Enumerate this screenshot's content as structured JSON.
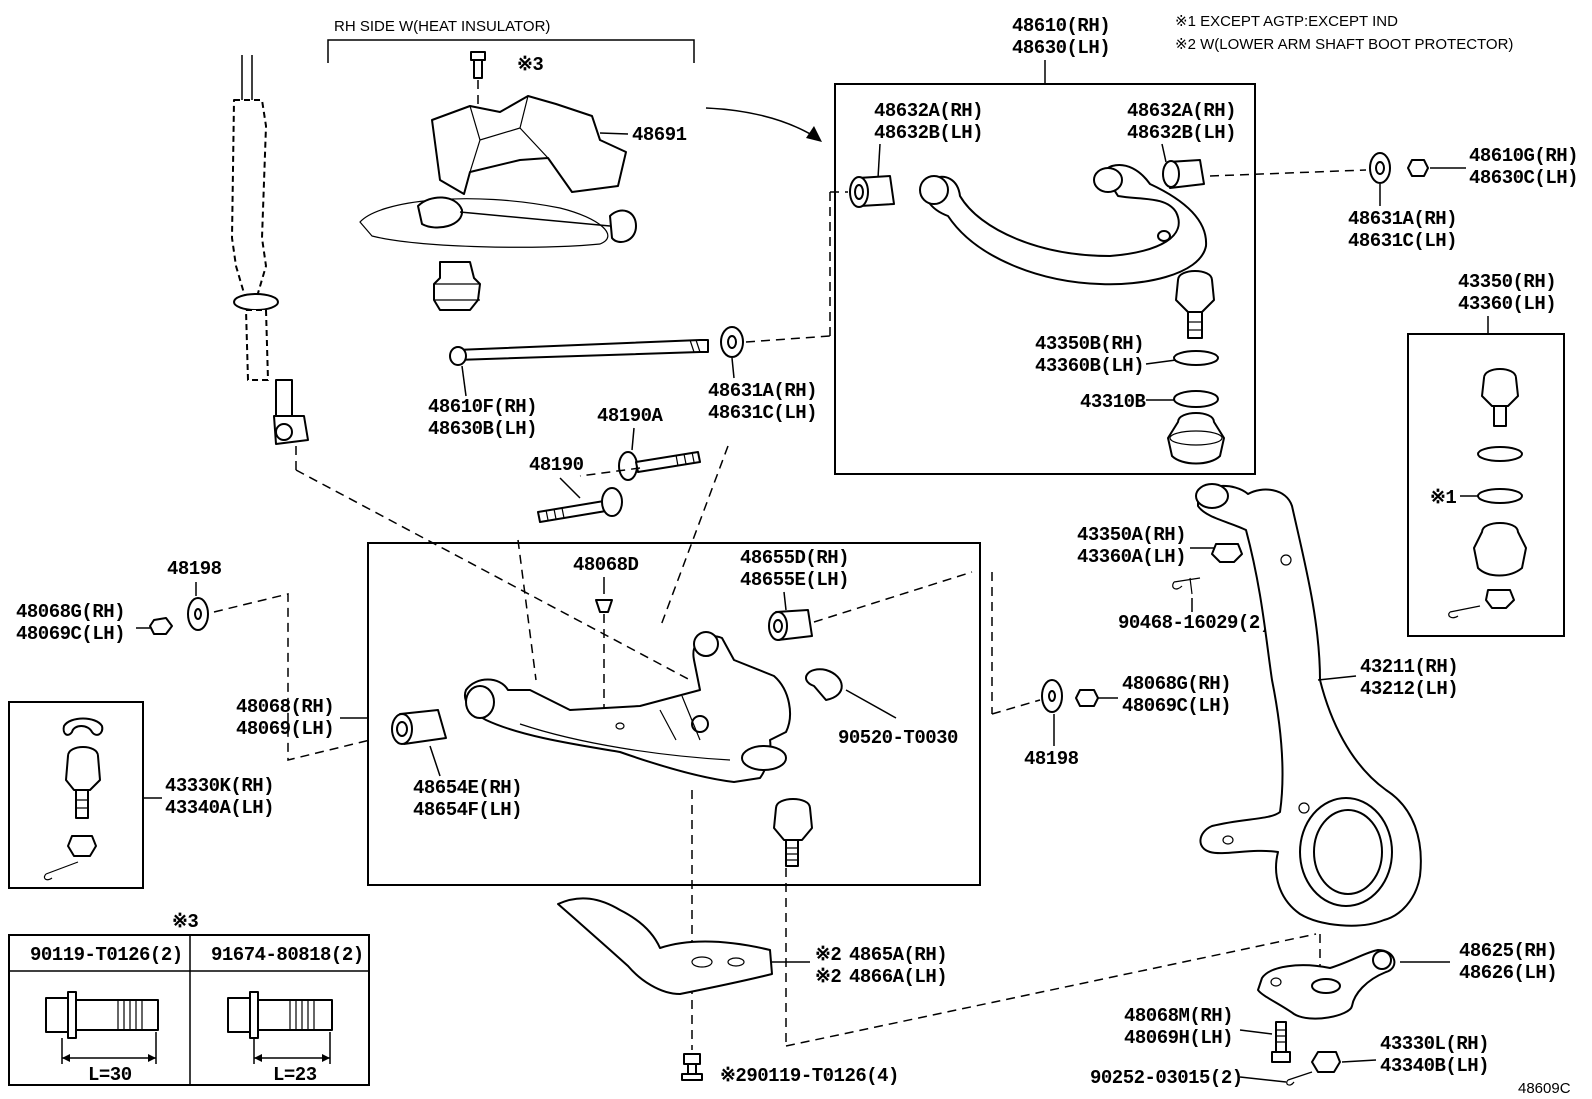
{
  "notes": {
    "note1": "※1 EXCEPT AGTP:EXCEPT IND",
    "note2": "※2 W(LOWER ARM SHAFT BOOT PROTECTOR)",
    "rh_side": "RH SIDE W(HEAT INSULATOR)",
    "mark3_top": "※3",
    "mark3_bolt": "※3",
    "mark1": "※1",
    "figure_id": "48609C"
  },
  "parts": {
    "p48610_rh": "48610(RH)",
    "p48630_lh": "48630(LH)",
    "p48632a_l": "48632A(RH)",
    "p48632b_l": "48632B(LH)",
    "p48632a_r": "48632A(RH)",
    "p48632b_r": "48632B(LH)",
    "p48691": "48691",
    "p48610g": "48610G(RH)",
    "p48630c": "48630C(LH)",
    "p48631a_r": "48631A(RH)",
    "p48631c_r": "48631C(LH)",
    "p43350_rh": "43350(RH)",
    "p43360_lh": "43360(LH)",
    "p43350b": "43350B(RH)",
    "p43360b": "43360B(LH)",
    "p43310b": "43310B",
    "p48610f": "48610F(RH)",
    "p48630b": "48630B(LH)",
    "p48631a_m": "48631A(RH)",
    "p48631c_m": "48631C(LH)",
    "p48190a": "48190A",
    "p48190": "48190",
    "p48198_l": "48198",
    "p48068g_l": "48068G(RH)",
    "p48069c_l": "48069C(LH)",
    "p48068d": "48068D",
    "p48655d": "48655D(RH)",
    "p48655e": "48655E(LH)",
    "p43350a": "43350A(RH)",
    "p43360a": "43360A(LH)",
    "p90468": "90468-16029(2)",
    "p48068": "48068(RH)",
    "p48069": "48069(LH)",
    "p48654e": "48654E(RH)",
    "p48654f": "48654F(LH)",
    "p90520": "90520-T0030",
    "p48068g_r": "48068G(RH)",
    "p48069c_r": "48069C(LH)",
    "p48198_r": "48198",
    "p43211": "43211(RH)",
    "p43212": "43212(LH)",
    "p43330k": "43330K(RH)",
    "p43340a": "43340A(LH)",
    "p4865a": "4865A(RH)",
    "p4866a": "4866A(LH)",
    "mark2_a": "※2",
    "mark2_b": "※2",
    "p48625": "48625(RH)",
    "p48626": "48626(LH)",
    "p48068m": "48068M(RH)",
    "p48069h": "48069H(LH)",
    "p43330l": "43330L(RH)",
    "p43340b": "43340B(LH)",
    "p90252": "90252-03015(2)",
    "p90119_bottom": "※290119-T0126(4)"
  },
  "bolt_table": {
    "col1_header": "90119-T0126(2)",
    "col2_header": "91674-80818(2)",
    "col1_length": "L=30",
    "col2_length": "L=23"
  }
}
